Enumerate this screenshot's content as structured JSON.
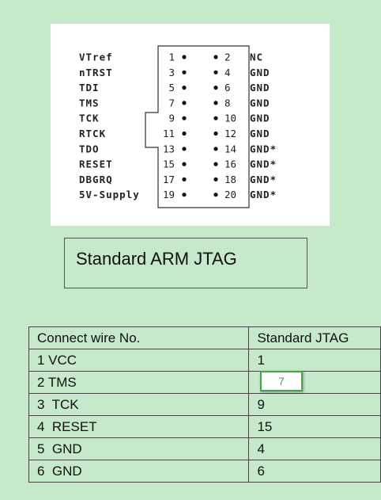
{
  "pinout": {
    "rows": [
      {
        "left_label": "VTref",
        "left_pin": "1",
        "right_pin": "2",
        "right_label": "NC"
      },
      {
        "left_label": "nTRST",
        "left_pin": "3",
        "right_pin": "4",
        "right_label": "GND"
      },
      {
        "left_label": "TDI",
        "left_pin": "5",
        "right_pin": "6",
        "right_label": "GND"
      },
      {
        "left_label": "TMS",
        "left_pin": "7",
        "right_pin": "8",
        "right_label": "GND"
      },
      {
        "left_label": "TCK",
        "left_pin": "9",
        "right_pin": "10",
        "right_label": "GND"
      },
      {
        "left_label": "RTCK",
        "left_pin": "11",
        "right_pin": "12",
        "right_label": "GND"
      },
      {
        "left_label": "TDO",
        "left_pin": "13",
        "right_pin": "14",
        "right_label": "GND*"
      },
      {
        "left_label": "RESET",
        "left_pin": "15",
        "right_pin": "16",
        "right_label": "GND*"
      },
      {
        "left_label": "DBGRQ",
        "left_pin": "17",
        "right_pin": "18",
        "right_label": "GND*"
      },
      {
        "left_label": "5V-Supply",
        "left_pin": "19",
        "right_pin": "20",
        "right_label": "GND*"
      }
    ]
  },
  "title": "Standard ARM JTAG",
  "table": {
    "headers": [
      "Connect wire No.",
      "Standard JTAG"
    ],
    "rows": [
      [
        "1 VCC",
        "1"
      ],
      [
        "2 TMS",
        ""
      ],
      [
        "3  TCK",
        "9"
      ],
      [
        "4  RESET",
        "15"
      ],
      [
        "5  GND",
        "4"
      ],
      [
        "6  GND",
        "6"
      ]
    ],
    "selected_cell_value": "7"
  },
  "colors": {
    "background": "#c6e9cb",
    "selection_border": "#4aa24a"
  }
}
